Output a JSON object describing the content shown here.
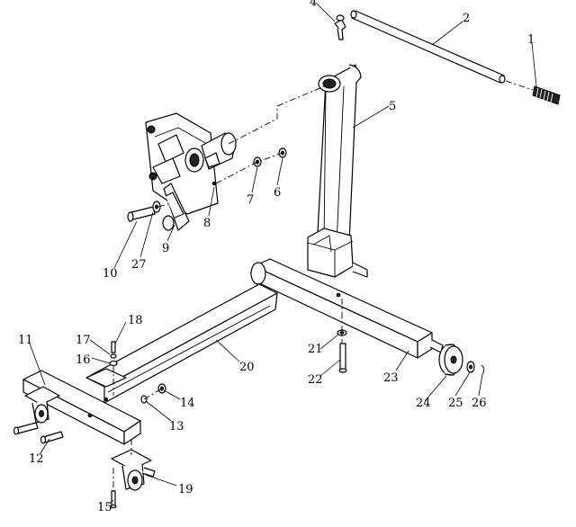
{
  "callouts": [
    {
      "id": "c1",
      "text": "1"
    },
    {
      "id": "c2",
      "text": "2"
    },
    {
      "id": "c4",
      "text": "4"
    },
    {
      "id": "c5",
      "text": "5"
    },
    {
      "id": "c6",
      "text": "6"
    },
    {
      "id": "c7",
      "text": "7"
    },
    {
      "id": "c8",
      "text": "8"
    },
    {
      "id": "c9",
      "text": "9"
    },
    {
      "id": "c10",
      "text": "10"
    },
    {
      "id": "c11",
      "text": "11"
    },
    {
      "id": "c12",
      "text": "12"
    },
    {
      "id": "c13",
      "text": "13"
    },
    {
      "id": "c14",
      "text": "14"
    },
    {
      "id": "c15",
      "text": "15"
    },
    {
      "id": "c16",
      "text": "16"
    },
    {
      "id": "c17",
      "text": "17"
    },
    {
      "id": "c18",
      "text": "18"
    },
    {
      "id": "c19",
      "text": "19"
    },
    {
      "id": "c20",
      "text": "20"
    },
    {
      "id": "c21",
      "text": "21"
    },
    {
      "id": "c22",
      "text": "22"
    },
    {
      "id": "c23",
      "text": "23"
    },
    {
      "id": "c24",
      "text": "24"
    },
    {
      "id": "c25",
      "text": "25"
    },
    {
      "id": "c26",
      "text": "26"
    },
    {
      "id": "c27",
      "text": "27"
    }
  ]
}
